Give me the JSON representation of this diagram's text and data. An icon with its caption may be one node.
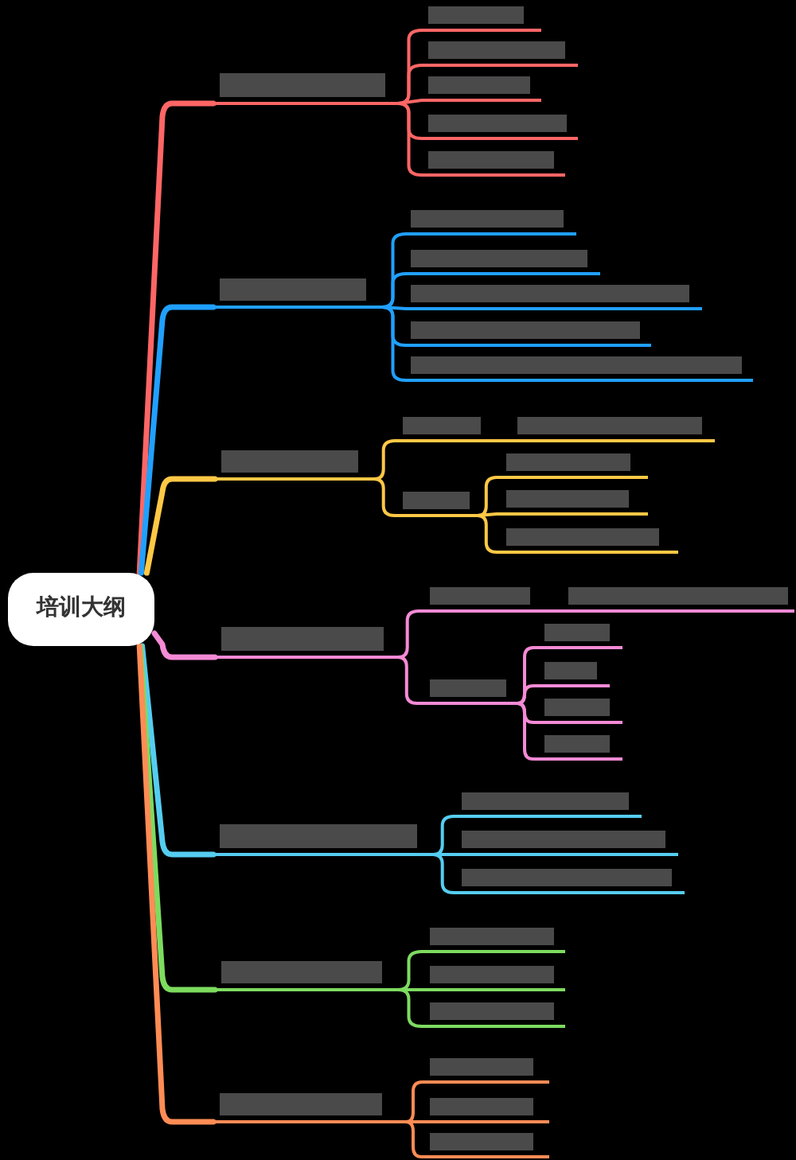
{
  "diagram": {
    "nodes": [
      {
        "text": [
          "培训大纲"
        ]
      },
      {
        "text": [],
        "shape": "bar"
      },
      {
        "text": [],
        "shape": "bar"
      },
      {
        "text": [],
        "shape": "bar"
      },
      {
        "text": [],
        "shape": "bar"
      },
      {
        "text": [],
        "shape": "bar"
      },
      {
        "text": [],
        "shape": "bar"
      },
      {
        "text": [],
        "shape": "bar"
      },
      {
        "text": [],
        "shape": "bar"
      },
      {
        "text": [],
        "shape": "bar"
      },
      {
        "text": [],
        "shape": "bar"
      },
      {
        "text": [],
        "shape": "bar"
      },
      {
        "text": [],
        "shape": "bar"
      },
      {
        "text": [],
        "shape": "bar"
      },
      {
        "text": [],
        "shape": "bar"
      },
      {
        "text": [],
        "shape": "bar"
      },
      {
        "text": [],
        "shape": "bar"
      },
      {
        "text": [],
        "shape": "bar"
      },
      {
        "text": [],
        "shape": "bar"
      },
      {
        "text": [],
        "shape": "bar"
      },
      {
        "text": [],
        "shape": "bar"
      },
      {
        "text": [],
        "shape": "bar"
      },
      {
        "text": [],
        "shape": "bar"
      },
      {
        "text": [],
        "shape": "bar"
      },
      {
        "text": [],
        "shape": "bar"
      },
      {
        "text": [],
        "shape": "bar"
      },
      {
        "text": [],
        "shape": "bar"
      },
      {
        "text": [],
        "shape": "bar"
      },
      {
        "text": [],
        "shape": "bar"
      },
      {
        "text": [],
        "shape": "bar"
      },
      {
        "text": [],
        "shape": "bar"
      },
      {
        "text": [],
        "shape": "bar"
      },
      {
        "text": [],
        "shape": "bar"
      },
      {
        "text": [],
        "shape": "bar"
      },
      {
        "text": [],
        "shape": "bar"
      },
      {
        "text": [],
        "shape": "bar"
      },
      {
        "text": [],
        "shape": "bar"
      },
      {
        "text": [],
        "shape": "bar"
      },
      {
        "text": [],
        "shape": "bar"
      },
      {
        "text": [],
        "shape": "bar"
      }
    ],
    "edges": [
      {
        "from": 0,
        "to": 1,
        "arrow": "none",
        "color": "#ff6666"
      },
      {
        "from": 0,
        "to": 7,
        "arrow": "none",
        "color": "#20a0ff"
      },
      {
        "from": 0,
        "to": 13,
        "arrow": "none",
        "color": "#ffc845"
      },
      {
        "from": 0,
        "to": 20,
        "arrow": "none",
        "color": "#f58ad6"
      },
      {
        "from": 0,
        "to": 28,
        "arrow": "none",
        "color": "#55cdf0"
      },
      {
        "from": 0,
        "to": 32,
        "arrow": "none",
        "color": "#7ddb5f"
      },
      {
        "from": 0,
        "to": 36,
        "arrow": "none",
        "color": "#ff8c55"
      },
      {
        "from": 1,
        "to": 2,
        "arrow": "none",
        "color": "#ff6666"
      },
      {
        "from": 1,
        "to": 3,
        "arrow": "none",
        "color": "#ff6666"
      },
      {
        "from": 1,
        "to": 4,
        "arrow": "none",
        "color": "#ff6666"
      },
      {
        "from": 1,
        "to": 5,
        "arrow": "none",
        "color": "#ff6666"
      },
      {
        "from": 1,
        "to": 6,
        "arrow": "none",
        "color": "#ff6666"
      },
      {
        "from": 7,
        "to": 8,
        "arrow": "none",
        "color": "#20a0ff"
      },
      {
        "from": 7,
        "to": 9,
        "arrow": "none",
        "color": "#20a0ff"
      },
      {
        "from": 7,
        "to": 10,
        "arrow": "none",
        "color": "#20a0ff"
      },
      {
        "from": 7,
        "to": 11,
        "arrow": "none",
        "color": "#20a0ff"
      },
      {
        "from": 7,
        "to": 12,
        "arrow": "none",
        "color": "#20a0ff"
      },
      {
        "from": 13,
        "to": 14,
        "arrow": "none",
        "color": "#ffc845"
      },
      {
        "from": 14,
        "to": 15,
        "arrow": "none",
        "color": "#ffc845"
      },
      {
        "from": 13,
        "to": 16,
        "arrow": "none",
        "color": "#ffc845"
      },
      {
        "from": 16,
        "to": 17,
        "arrow": "none",
        "color": "#ffc845"
      },
      {
        "from": 16,
        "to": 18,
        "arrow": "none",
        "color": "#ffc845"
      },
      {
        "from": 16,
        "to": 19,
        "arrow": "none",
        "color": "#ffc845"
      },
      {
        "from": 20,
        "to": 21,
        "arrow": "none",
        "color": "#f58ad6"
      },
      {
        "from": 21,
        "to": 22,
        "arrow": "none",
        "color": "#f58ad6"
      },
      {
        "from": 20,
        "to": 23,
        "arrow": "none",
        "color": "#f58ad6"
      },
      {
        "from": 23,
        "to": 24,
        "arrow": "none",
        "color": "#f58ad6"
      },
      {
        "from": 23,
        "to": 25,
        "arrow": "none",
        "color": "#f58ad6"
      },
      {
        "from": 23,
        "to": 26,
        "arrow": "none",
        "color": "#f58ad6"
      },
      {
        "from": 23,
        "to": 27,
        "arrow": "none",
        "color": "#f58ad6"
      },
      {
        "from": 28,
        "to": 29,
        "arrow": "none",
        "color": "#55cdf0"
      },
      {
        "from": 28,
        "to": 30,
        "arrow": "none",
        "color": "#55cdf0"
      },
      {
        "from": 28,
        "to": 31,
        "arrow": "none",
        "color": "#55cdf0"
      },
      {
        "from": 32,
        "to": 33,
        "arrow": "none",
        "color": "#7ddb5f"
      },
      {
        "from": 32,
        "to": 34,
        "arrow": "none",
        "color": "#7ddb5f"
      },
      {
        "from": 32,
        "to": 35,
        "arrow": "none",
        "color": "#7ddb5f"
      },
      {
        "from": 36,
        "to": 37,
        "arrow": "none",
        "color": "#ff8c55"
      },
      {
        "from": 36,
        "to": 38,
        "arrow": "none",
        "color": "#ff8c55"
      },
      {
        "from": 36,
        "to": 39,
        "arrow": "none",
        "color": "#ff8c55"
      }
    ]
  }
}
